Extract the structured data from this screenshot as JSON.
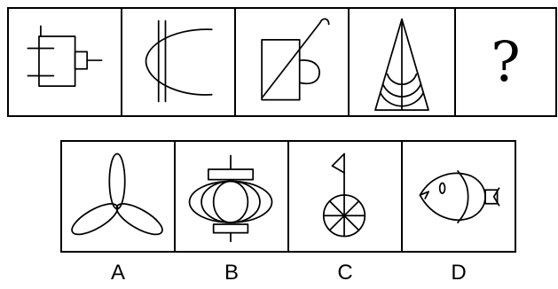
{
  "question": {
    "sequence": [
      {
        "figure": "gate-circuit-symbol"
      },
      {
        "figure": "arc-with-double-line"
      },
      {
        "figure": "cup-with-straw"
      },
      {
        "figure": "triangle-with-arcs"
      },
      {
        "figure": "question-mark",
        "text": "?"
      }
    ]
  },
  "options": [
    {
      "label": "A",
      "figure": "three-petal-propeller"
    },
    {
      "label": "B",
      "figure": "lantern"
    },
    {
      "label": "C",
      "figure": "wheel-with-flag"
    },
    {
      "label": "D",
      "figure": "fish"
    }
  ]
}
